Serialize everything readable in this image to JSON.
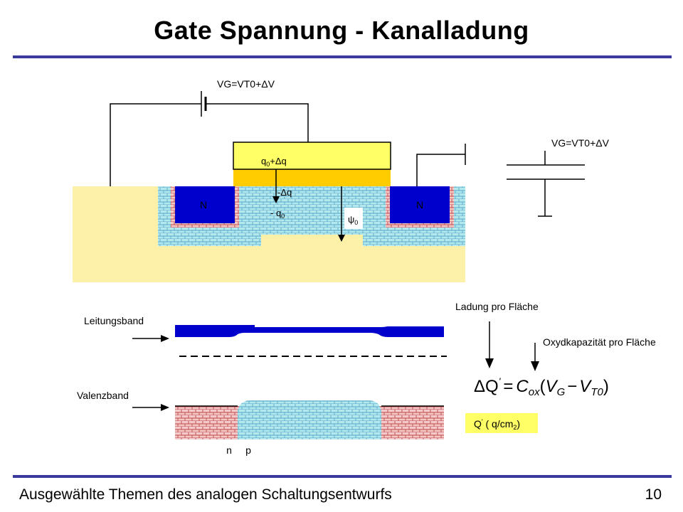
{
  "slide": {
    "title": "Gate Spannung - Kanalladung",
    "footer_text": "Ausgewählte Themen des analogen Schaltungsentwurfs",
    "page_number": "10"
  },
  "colors": {
    "rule": "#3a3a9c",
    "substrate": "#fdf0a8",
    "gate": "#ffff66",
    "oxide": "#ffcc00",
    "n_region": "#0000cc",
    "p_region": "#b3e8ee"
  },
  "mos": {
    "battery_label": "VG=VT0+ΔV",
    "gate_charge_q0": "q",
    "gate_charge_sub": "0",
    "gate_charge_rest": "+Δq",
    "channel_delta_q": "-Δq",
    "channel_q0_prefix": "- q",
    "channel_q0_sub": "0",
    "psi_label": "ψ",
    "psi_sub": "0",
    "n_left": "N",
    "n_right": "N"
  },
  "capacitor": {
    "label": "VG=VT0+ΔV"
  },
  "band": {
    "conduction_label": "Leitungsband",
    "valence_label": "Valenzband",
    "n_label": "n",
    "p_label": "p"
  },
  "formula": {
    "charge_label": "Ladung pro Fläche",
    "oxide_label": "Oxydkapazität pro Fläche",
    "lhs": "ΔQ",
    "prime": "'",
    "equals": "=",
    "c": "C",
    "c_sub": "ox",
    "paren_open": "(",
    "v1": "V",
    "v1_sub": "G",
    "minus": "−",
    "v2": "V",
    "v2_sub": "T0",
    "paren_close": ")",
    "unit_q": "Q",
    "unit_prime": "'",
    "unit_rest": " ( q/cm",
    "unit_sub": "2",
    "unit_close": ")"
  }
}
